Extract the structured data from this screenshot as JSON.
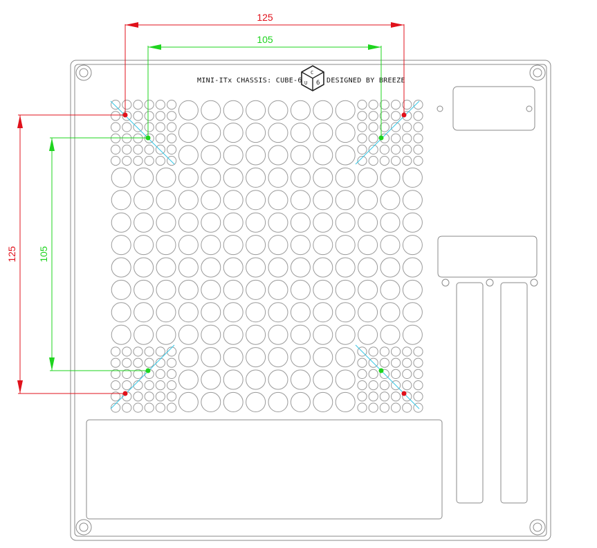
{
  "drawing": {
    "title_left": "MINI-ITx CHASSIS: CUBE-6",
    "title_right": "DESIGNED BY BREEZE"
  },
  "dimensions": {
    "outer_horizontal": "125",
    "inner_horizontal": "105",
    "outer_vertical": "125",
    "inner_vertical": "105"
  },
  "colors": {
    "outer_dimension": "#e0111b",
    "inner_dimension": "#1ed41e",
    "diagonal_guides": "#35c7e6",
    "outline": "#8a8a8a"
  },
  "icons": {
    "logo": "cube-logo-icon"
  }
}
